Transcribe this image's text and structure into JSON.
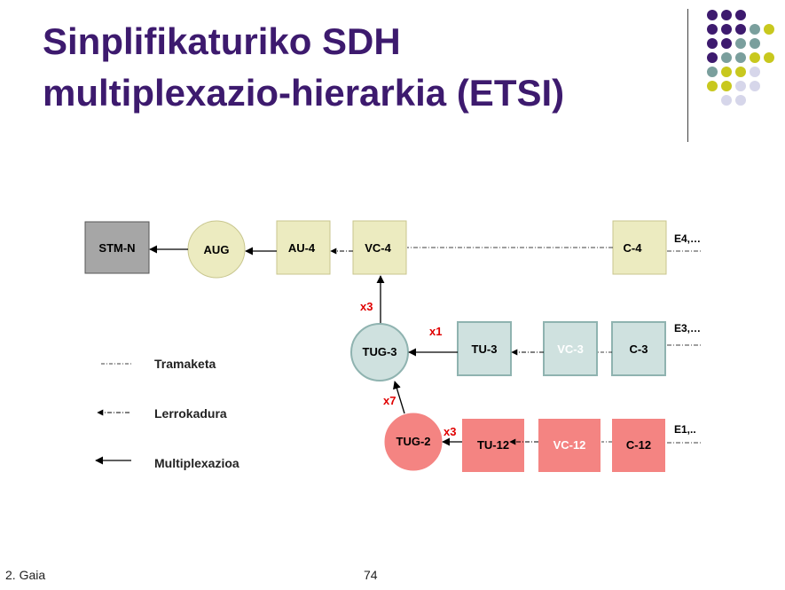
{
  "title_line1": "Sinplifikaturiko SDH",
  "title_line2": "multiplexazio-hierarkia (ETSI)",
  "footer": {
    "chapter": "2. Gaia",
    "page": "74"
  },
  "colors": {
    "title": "#3d1a6e",
    "olive_box": "#ecebc0",
    "olive_border": "#c8c68e",
    "teal_box": "#cfe1df",
    "teal_border": "#8fb3b0",
    "salmon_box": "#f48482",
    "gray_box": "#a6a6a6",
    "multiplier": "#e00000"
  },
  "nodes": {
    "stm_n": "STM-N",
    "aug": "AUG",
    "au4": "AU-4",
    "vc4": "VC-4",
    "c4": "C-4",
    "tug3": "TUG-3",
    "tu3": "TU-3",
    "vc3": "VC-3",
    "c3": "C-3",
    "tug2": "TUG-2",
    "tu12": "TU-12",
    "vc12": "VC-12",
    "c12": "C-12"
  },
  "signals": {
    "e4": "E4,…",
    "e3": "E3,…",
    "e1": "E1,.."
  },
  "multipliers": {
    "x3_vc4": "x3",
    "x1": "x1",
    "x7": "x7",
    "x3_tug2": "x3"
  },
  "legend": {
    "tramaketa": "Tramaketa",
    "lerrokadura": "Lerrokadura",
    "multiplexazioa": "Multiplexazioa"
  }
}
